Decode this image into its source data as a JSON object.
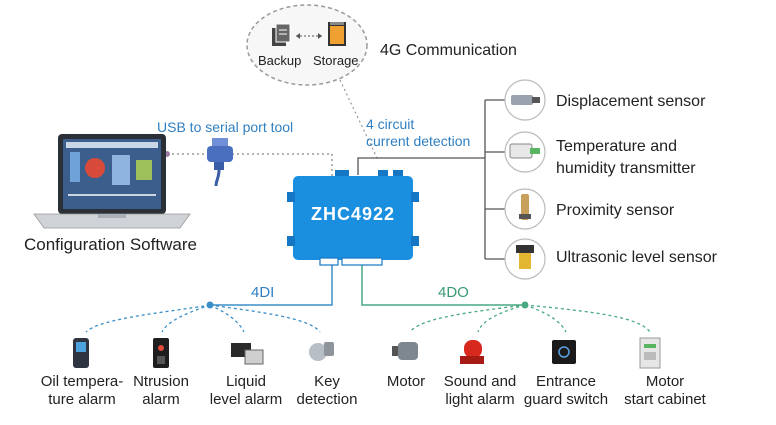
{
  "cloud": {
    "backup_label": "Backup",
    "storage_label": "Storage",
    "comm_label": "4G Communication"
  },
  "device": {
    "name": "ZHC4922"
  },
  "links": {
    "usb_label": "USB to serial port tool",
    "current_detection_label": "4 circuit\ncurrent detection",
    "di_label": "4DI",
    "do_label": "4DO"
  },
  "software": {
    "label": "Configuration Software"
  },
  "sensors": [
    {
      "label": "Displacement sensor",
      "icon": "displacement-sensor-icon"
    },
    {
      "label": "Temperature and\nhumidity transmitter",
      "icon": "temperature-humidity-transmitter-icon"
    },
    {
      "label": "Proximity sensor",
      "icon": "proximity-sensor-icon"
    },
    {
      "label": "Ultrasonic level sensor",
      "icon": "ultrasonic-level-sensor-icon"
    }
  ],
  "di_items": [
    {
      "label": "Oil tempera-\nture alarm",
      "icon": "oil-temperature-alarm-icon"
    },
    {
      "label": "Ntrusion\nalarm",
      "icon": "intrusion-alarm-icon"
    },
    {
      "label": "Liquid\nlevel alarm",
      "icon": "liquid-level-alarm-icon"
    },
    {
      "label": "Key\ndetection",
      "icon": "key-detection-icon"
    }
  ],
  "do_items": [
    {
      "label": "Motor",
      "icon": "motor-icon"
    },
    {
      "label": "Sound and\nlight alarm",
      "icon": "sound-light-alarm-icon"
    },
    {
      "label": "Entrance\nguard switch",
      "icon": "entrance-guard-switch-icon"
    },
    {
      "label": "Motor\nstart cabinet",
      "icon": "motor-start-cabinet-icon"
    }
  ],
  "colors": {
    "device_blue": "#1a8fe0",
    "di_line": "#3b8fc7",
    "do_line": "#49a882",
    "sensor_line": "#555555"
  }
}
